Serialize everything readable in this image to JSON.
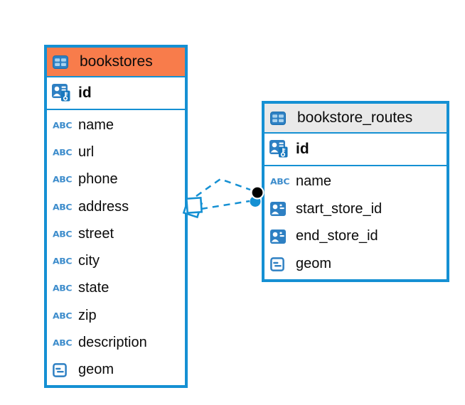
{
  "colors": {
    "accent_blue": "#1590D3",
    "icon_blue": "#2E80C3",
    "bookstores_header_bg": "#F87C4B",
    "routes_header_bg": "#E9E9E9",
    "text": "#0B0B0B",
    "connector_dot_black": "#000000"
  },
  "icons": {
    "text_type_glyph": "ABC"
  },
  "tables": [
    {
      "name": "bookstores",
      "columns": [
        {
          "name": "id",
          "icon": "primary-key"
        },
        {
          "name": "name",
          "icon": "text"
        },
        {
          "name": "url",
          "icon": "text"
        },
        {
          "name": "phone",
          "icon": "text"
        },
        {
          "name": "address",
          "icon": "text"
        },
        {
          "name": "street",
          "icon": "text"
        },
        {
          "name": "city",
          "icon": "text"
        },
        {
          "name": "state",
          "icon": "text"
        },
        {
          "name": "zip",
          "icon": "text"
        },
        {
          "name": "description",
          "icon": "text"
        },
        {
          "name": "geom",
          "icon": "geometry"
        }
      ]
    },
    {
      "name": "bookstore_routes",
      "columns": [
        {
          "name": "id",
          "icon": "primary-key"
        },
        {
          "name": "name",
          "icon": "text"
        },
        {
          "name": "start_store_id",
          "icon": "reference"
        },
        {
          "name": "end_store_id",
          "icon": "reference"
        },
        {
          "name": "geom",
          "icon": "geometry"
        }
      ]
    }
  ],
  "relationship": {
    "between": [
      "bookstores",
      "bookstore_routes"
    ],
    "line_style": "dashed",
    "link_count": 2
  }
}
